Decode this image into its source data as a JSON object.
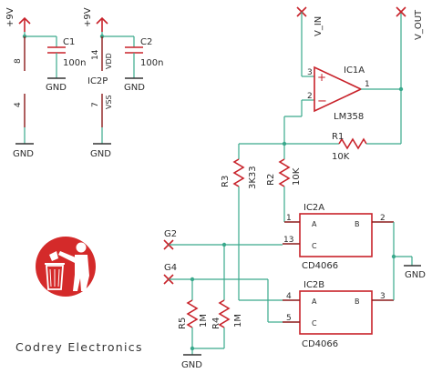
{
  "power": {
    "vcc1": "+9V",
    "vcc2": "+9V",
    "v_in": "V_IN",
    "v_out": "V_OUT",
    "gnd": "GND"
  },
  "capacitors": [
    {
      "ref": "C1",
      "value": "100n"
    },
    {
      "ref": "C2",
      "value": "100n"
    }
  ],
  "ic2p": {
    "ref": "IC2P",
    "pin_top": "8",
    "pin_bottom": "4",
    "pin_vdd": "14",
    "vdd": "VDD",
    "pin_vss": "7",
    "vss": "VSS"
  },
  "opamp": {
    "ref": "IC1A",
    "part": "LM358",
    "pin_plus": "3",
    "pin_minus": "2",
    "pin_out": "1",
    "plus_sign": "+",
    "minus_sign": "−"
  },
  "resistors": [
    {
      "ref": "R1",
      "value": "10K"
    },
    {
      "ref": "R2",
      "value": "10K"
    },
    {
      "ref": "R3",
      "value": "3K33"
    },
    {
      "ref": "R4",
      "value": "1M"
    },
    {
      "ref": "R5",
      "value": "1M"
    }
  ],
  "switch_a": {
    "ref": "IC2A",
    "part": "CD4066",
    "pin_a": "1",
    "pin_c": "13",
    "pin_b": "2",
    "label_a": "A",
    "label_b": "B",
    "label_c": "C"
  },
  "switch_b": {
    "ref": "IC2B",
    "part": "CD4066",
    "pin_a": "4",
    "pin_c": "5",
    "pin_b": "3",
    "label_a": "A",
    "label_b": "B",
    "label_c": "C"
  },
  "nets": {
    "g2": "G2",
    "g4": "G4"
  },
  "brand": "Codrey Electronics",
  "colors": {
    "wire": "#3aa98c",
    "component": "#c8222a",
    "text": "#2b2b2b"
  }
}
